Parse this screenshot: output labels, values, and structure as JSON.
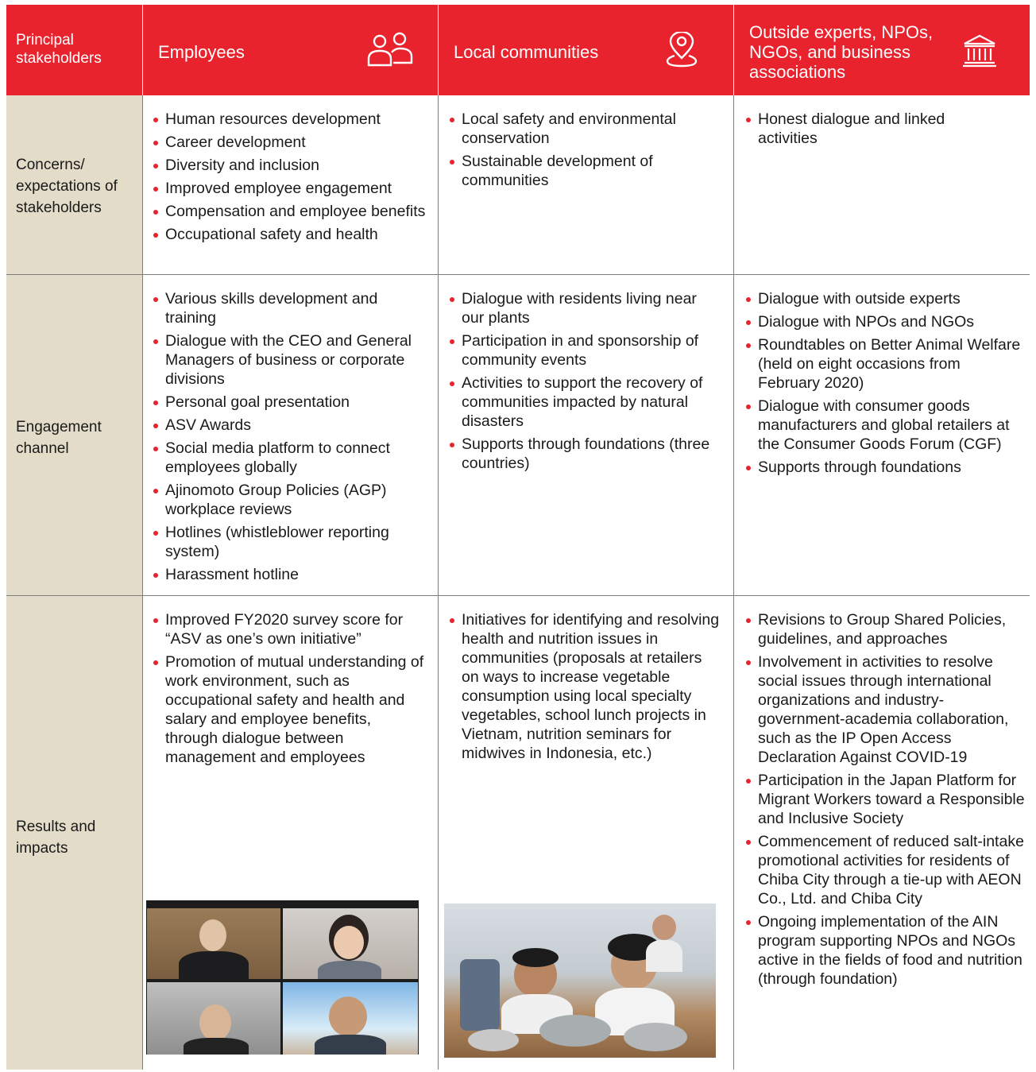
{
  "colors": {
    "header_red": "#e8232e",
    "label_beige": "#e3dcc9",
    "bullet": "#e8232e",
    "rule": "#7d7d7d"
  },
  "header": {
    "principal": "Principal stakeholders",
    "columns": [
      {
        "label": "Employees",
        "icon": "people-icon"
      },
      {
        "label": "Local communities",
        "icon": "location-pin-icon"
      },
      {
        "label": "Outside experts, NPOs, NGOs, and business associations",
        "icon": "institution-building-icon"
      }
    ]
  },
  "rows": {
    "concerns": {
      "label": "Concerns/ expectations of stakeholders",
      "employees": [
        "Human resources development",
        "Career development",
        "Diversity and inclusion",
        "Improved employee engagement",
        "Compensation and employee benefits",
        "Occupational safety and health"
      ],
      "communities": [
        "Local safety and environmental conservation",
        "Sustainable development of communities"
      ],
      "experts": [
        "Honest dialogue and linked activities"
      ]
    },
    "engagement": {
      "label": "Engagement channel",
      "employees": [
        "Various skills development and training",
        "Dialogue with the CEO and General Managers of business or corporate divisions",
        "Personal goal presentation",
        "ASV Awards",
        "Social media platform to connect employees globally",
        "Ajinomoto Group Policies (AGP) workplace reviews",
        "Hotlines (whistleblower reporting system)",
        "Harassment hotline"
      ],
      "communities": [
        "Dialogue with residents living near our plants",
        "Participation in and sponsorship of community events",
        "Activities to support the recovery of communities impacted by natural disasters",
        "Supports through foundations (three countries)"
      ],
      "experts": [
        "Dialogue with outside experts",
        "Dialogue with NPOs and NGOs",
        "Roundtables on Better Animal Welfare (held on eight occasions from February 2020)",
        "Dialogue with consumer goods manufacturers and global retailers at the Consumer Goods Forum (CGF)",
        "Supports through foundations"
      ]
    },
    "results": {
      "label": "Results and impacts",
      "employees": [
        "Improved FY2020 survey score for “ASV as one’s own initiative”",
        "Promotion of mutual understanding of work environment, such as occupational safety and health and salary and employee benefits, through dialogue between management and employees"
      ],
      "communities": [
        "Initiatives for identifying and resolving health and nutrition issues in communities (proposals at retailers on ways to increase vegetable consumption using local specialty vegetables, school lunch projects in Vietnam, nutrition seminars for midwives in Indonesia, etc.)"
      ],
      "experts": [
        "Revisions to Group Shared Policies, guidelines, and approaches",
        "Involvement in activities to resolve social issues through international organizations and industry-government-academia collaboration, such as the IP Open Access Declaration Against COVID-19",
        "Participation in the Japan Platform for Migrant Workers toward a Responsible and Inclusive Society",
        "Commencement of reduced salt-intake promotional activities for residents of Chiba City through a tie-up with AEON Co., Ltd. and Chiba City",
        "Ongoing implementation of the AIN program supporting NPOs and NGOs active in the fields of food and nutrition (through foundation)"
      ]
    }
  }
}
